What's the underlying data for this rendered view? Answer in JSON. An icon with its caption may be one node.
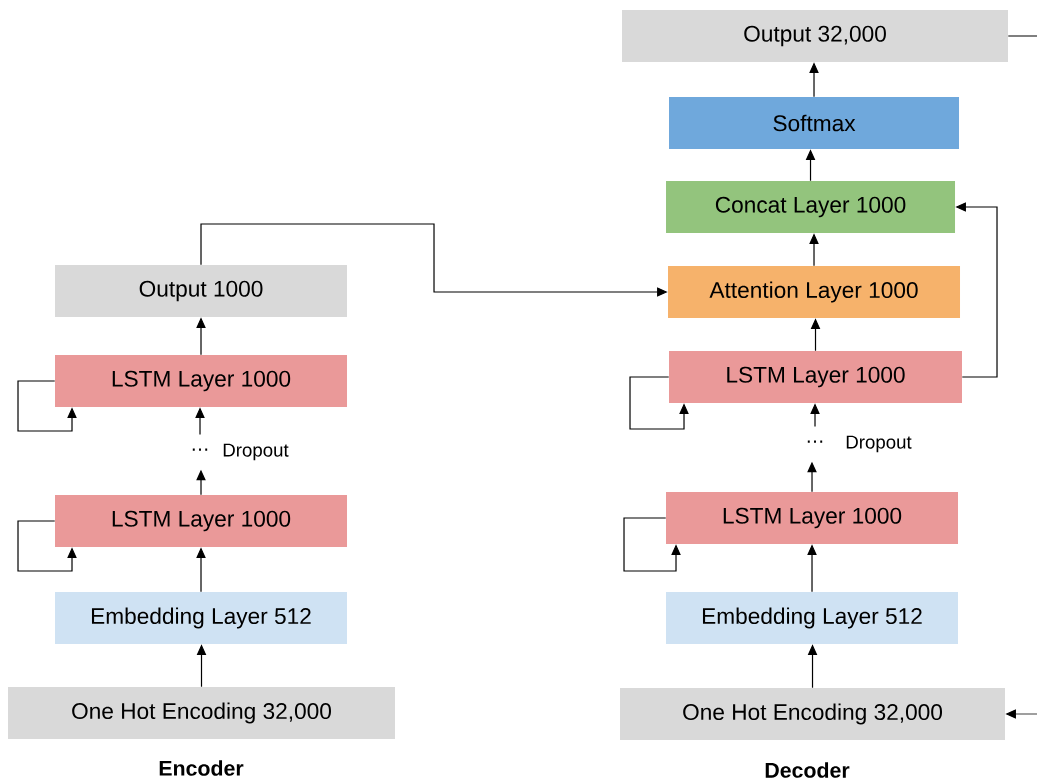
{
  "diagram": {
    "nodes": [
      {
        "text": [
          "Output 1000"
        ]
      },
      {
        "text": [
          "LSTM Layer 1000"
        ]
      },
      {
        "text": [
          "⋯"
        ],
        "beside": [
          "Dropout"
        ]
      },
      {
        "text": [
          "LSTM Layer 1000"
        ]
      },
      {
        "text": [
          "Embedding Layer 512"
        ]
      },
      {
        "text": [
          "One Hot Encoding 32,000"
        ]
      },
      {
        "text": [
          "Output 32,000"
        ]
      },
      {
        "text": [
          "Softmax"
        ]
      },
      {
        "text": [
          "Concat Layer 1000"
        ]
      },
      {
        "text": [
          "Attention Layer 1000"
        ]
      },
      {
        "text": [
          "LSTM Layer 1000"
        ]
      },
      {
        "text": [
          "⋯"
        ],
        "beside": [
          "Dropout"
        ]
      },
      {
        "text": [
          "LSTM Layer 1000"
        ]
      },
      {
        "text": [
          "Embedding Layer 512"
        ]
      },
      {
        "text": [
          "One Hot Encoding 32,000"
        ]
      }
    ],
    "edges": [
      {
        "from": 5,
        "to": 4,
        "arrow": "to"
      },
      {
        "from": 4,
        "to": 3,
        "arrow": "to"
      },
      {
        "from": 3,
        "to": 2,
        "arrow": "to"
      },
      {
        "from": 2,
        "to": 1,
        "arrow": "to"
      },
      {
        "from": 1,
        "to": 0,
        "arrow": "to"
      },
      {
        "from": 1,
        "to": 1,
        "arrow": "to"
      },
      {
        "from": 3,
        "to": 3,
        "arrow": "to"
      },
      {
        "from": 0,
        "to": 9,
        "arrow": "to"
      },
      {
        "from": 14,
        "to": 13,
        "arrow": "to"
      },
      {
        "from": 13,
        "to": 12,
        "arrow": "to"
      },
      {
        "from": 12,
        "to": 11,
        "arrow": "to"
      },
      {
        "from": 11,
        "to": 10,
        "arrow": "to"
      },
      {
        "from": 10,
        "to": 9,
        "arrow": "to"
      },
      {
        "from": 9,
        "to": 8,
        "arrow": "to"
      },
      {
        "from": 8,
        "to": 7,
        "arrow": "to"
      },
      {
        "from": 7,
        "to": 6,
        "arrow": "to"
      },
      {
        "from": 10,
        "to": 8,
        "arrow": "to"
      },
      {
        "from": 10,
        "to": 10,
        "arrow": "to"
      },
      {
        "from": 12,
        "to": 12,
        "arrow": "to"
      },
      {
        "from": 6,
        "to": null,
        "arrow": "none"
      },
      {
        "from": null,
        "to": 14,
        "arrow": "to"
      }
    ],
    "labels": [
      "Encoder",
      "Decoder"
    ]
  }
}
